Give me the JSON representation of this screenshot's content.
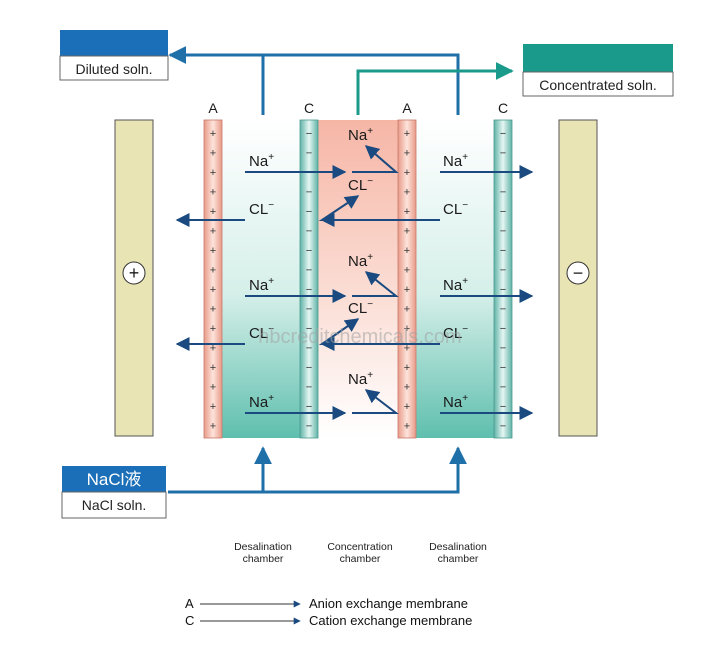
{
  "outputs": {
    "diluted": {
      "label": "Diluted soln.",
      "header_color": "#1b6fb8"
    },
    "concentrated": {
      "label": "Concentrated soln.",
      "header_color": "#1a9a8a"
    }
  },
  "input": {
    "header": "NaCl液",
    "label": "NaCl soln.",
    "header_color": "#1b6fb8"
  },
  "electrodes": {
    "anode_symbol": "+",
    "cathode_symbol": "−",
    "color": "#e8e4b4"
  },
  "membranes": [
    {
      "letter": "A",
      "type": "anion",
      "sign": "+"
    },
    {
      "letter": "C",
      "type": "cation",
      "sign": "−"
    },
    {
      "letter": "A",
      "type": "anion",
      "sign": "+"
    },
    {
      "letter": "C",
      "type": "cation",
      "sign": "−"
    }
  ],
  "ions": {
    "na": "Na",
    "na_charge": "+",
    "cl": "CL",
    "cl_charge": "−"
  },
  "chambers": [
    {
      "label_line1": "Desalination",
      "label_line2": "chamber"
    },
    {
      "label_line1": "Concentration",
      "label_line2": "chamber"
    },
    {
      "label_line1": "Desalination",
      "label_line2": "chamber"
    }
  ],
  "legend": [
    {
      "letter": "A",
      "text": "Anion exchange membrane"
    },
    {
      "letter": "C",
      "text": "Cation exchange membrane"
    }
  ],
  "watermark": "hbcreditchemicals.com",
  "colors": {
    "arrow": "#1a4a80",
    "flow": "#1f6fa8",
    "flow_concentrated": "#1a9a8a",
    "anion_membrane": "#f3c0b0",
    "cation_membrane": "#a8d8d0",
    "desal_top": "#ffffff",
    "desal_bottom": "#5fbfae",
    "conc_top": "#f6b9aa",
    "conc_bottom": "#ffffff"
  }
}
